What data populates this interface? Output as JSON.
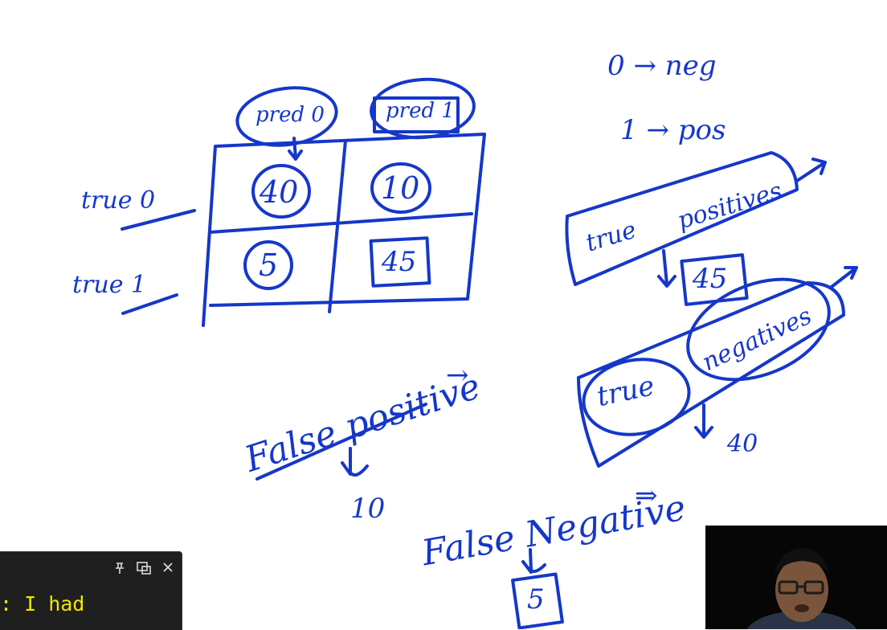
{
  "board": {
    "ink_color": "#1537c9",
    "matrix": {
      "column_headers": [
        "pred 0",
        "pred 1"
      ],
      "row_headers": [
        "true 0",
        "true 1"
      ],
      "cells": [
        [
          "40",
          "10"
        ],
        [
          "5",
          "45"
        ]
      ]
    },
    "legend": {
      "zero_label": "0 → neg",
      "one_label": "1 → pos"
    },
    "true_positives": {
      "label_true": "true",
      "label_rest": "positives",
      "value": "45"
    },
    "true_negatives": {
      "label_true": "true",
      "label_rest": "negatives",
      "value": "40"
    },
    "false_positive": {
      "label": "False positive",
      "arrow": "→",
      "value": "10"
    },
    "false_negative": {
      "label": "False Negative",
      "arrow": "⇒",
      "value": "5"
    }
  },
  "captions": {
    "text": ": I had",
    "pin_icon": "pin-icon",
    "popout_icon": "popout-icon",
    "close_icon": "close-icon",
    "text_color": "#f3e600",
    "panel_color": "#1f1f1f"
  },
  "webcam": {
    "background": "#060606"
  }
}
